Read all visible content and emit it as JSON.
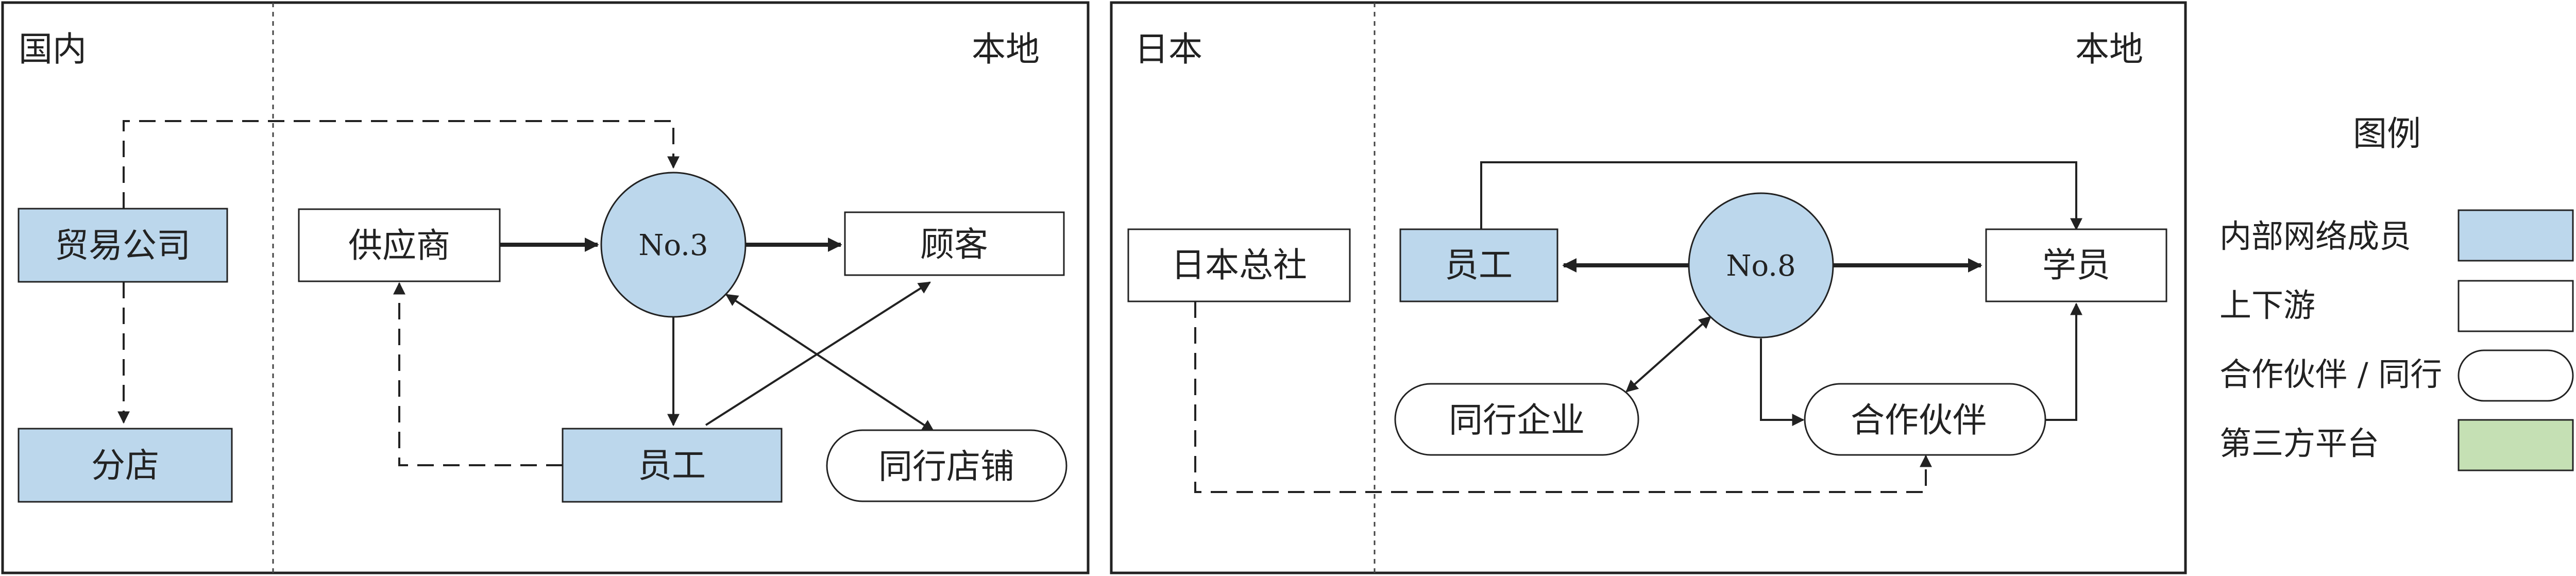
{
  "colors": {
    "internal": "#bcd7ec",
    "updown": "#ffffff",
    "peer": "#ffffff",
    "platform": "#c5e0b4",
    "stroke": "#222222"
  },
  "left_panel": {
    "region_left": "国内",
    "region_right": "本地",
    "nodes": {
      "trading_company": "贸易公司",
      "branch": "分店",
      "supplier": "供应商",
      "hub": "No.3",
      "customer": "顾客",
      "employee": "员工",
      "peer_store": "同行店铺"
    }
  },
  "right_panel": {
    "region_left": "日本",
    "region_right": "本地",
    "nodes": {
      "headquarters": "日本总社",
      "employee": "员工",
      "hub": "No.8",
      "student": "学员",
      "peer_company": "同行企业",
      "partner": "合作伙伴"
    }
  },
  "legend": {
    "title": "图例",
    "items": [
      {
        "label": "内部网络成员",
        "swatch": "internal"
      },
      {
        "label": "上下游",
        "swatch": "updown"
      },
      {
        "label": "合作伙伴 / 同行",
        "swatch": "peer"
      },
      {
        "label": "第三方平台",
        "swatch": "platform"
      }
    ]
  }
}
